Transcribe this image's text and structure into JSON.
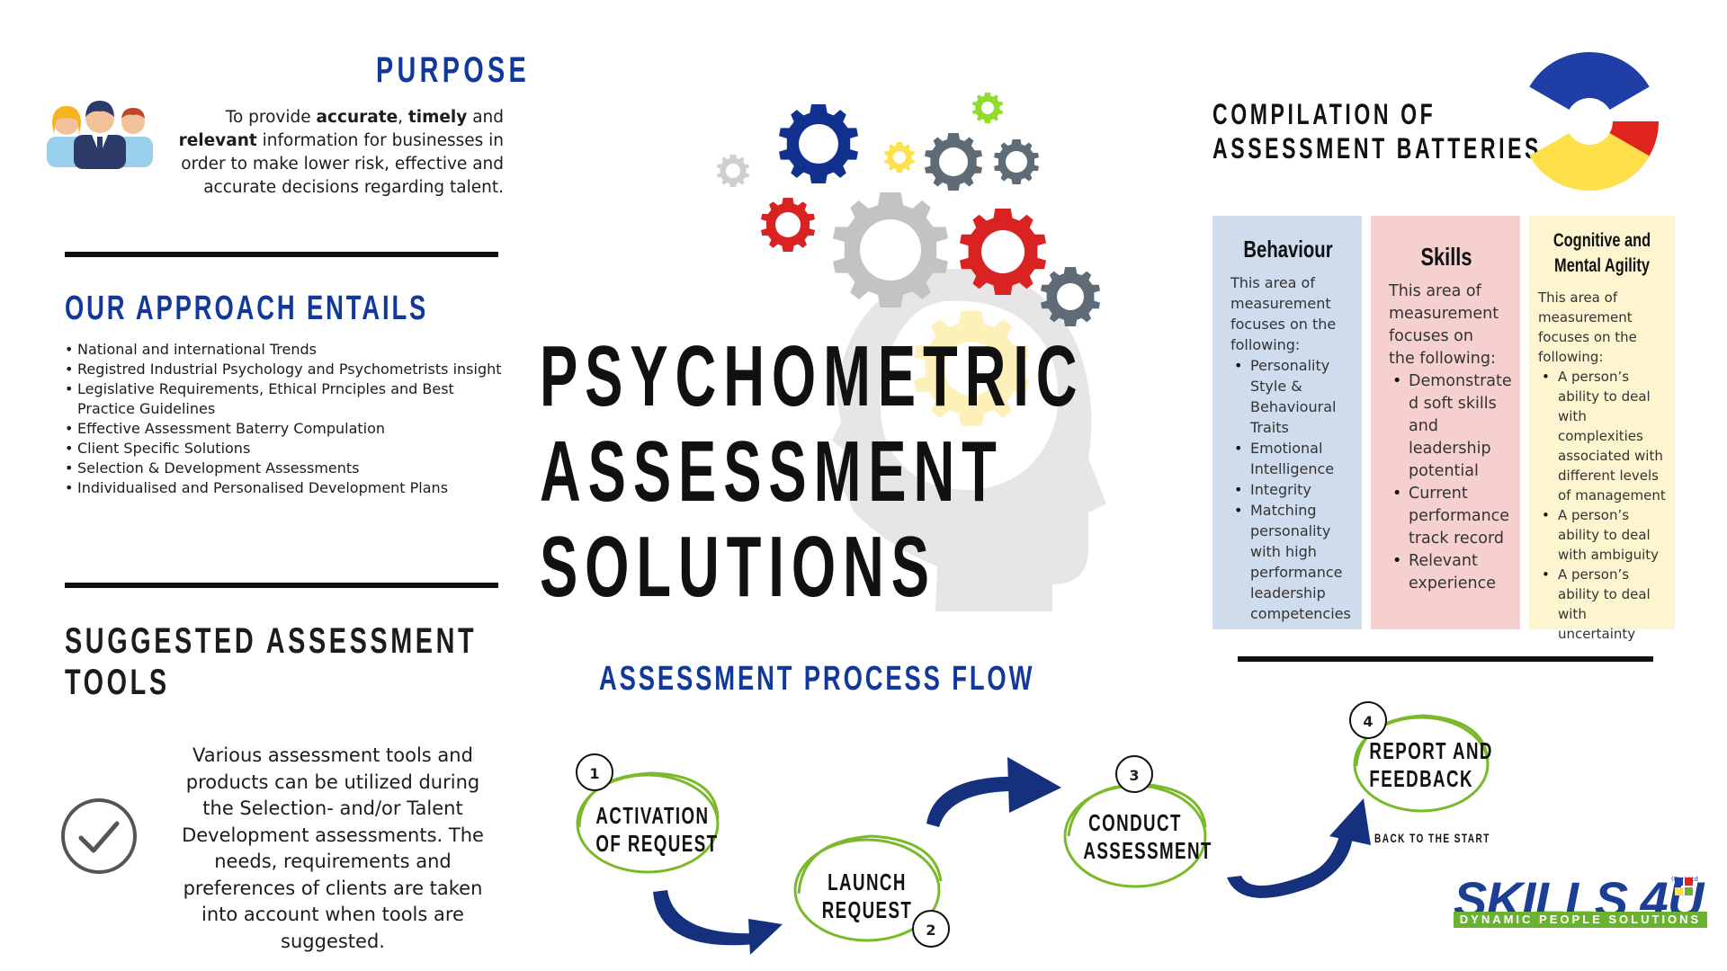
{
  "purpose": {
    "title": "PURPOSE",
    "text_parts": [
      "To provide ",
      "accurate",
      ", ",
      "timely",
      " and ",
      "relevant",
      " information for businesses in order to make lower risk, effective and accurate decisions regarding talent."
    ]
  },
  "approach": {
    "title": "OUR APPROACH ENTAILS",
    "items": [
      "National and international Trends",
      "Registred Industrial Psychology and Psychometrists insight",
      "Legislative Requirements, Ethical Prnciples and Best Practice Guidelines",
      "Effective Assessment Baterry Compulation",
      "Client Specific Solutions",
      "Selection & Development Assessments",
      "Individualised and Personalised  Development Plans"
    ]
  },
  "suggested": {
    "title_line1": "SUGGESTED ASSESSMENT",
    "title_line2": "TOOLS",
    "text": "Various assessment tools and products can be utilized during the Selection- and/or Talent Development assessments. The needs, requirements and preferences of clients are taken into account when tools are suggested."
  },
  "main_title": {
    "line1": "PSYCHOMETRIC",
    "line2": "ASSESSMENT",
    "line3": "SOLUTIONS"
  },
  "compilation": {
    "title_line1": "COMPILATION OF",
    "title_line2": "ASSESSMENT BATTERIES",
    "donut_colors": [
      "#1f3fa6",
      "#e0251f",
      "#fde04a"
    ]
  },
  "columns": {
    "behaviour": {
      "title": "Behaviour",
      "intro": "This area of measurement focuses on the following:",
      "items": [
        "Personality Style & Behavioural Traits",
        "Emotional Intelligence",
        "Integrity",
        "Matching personality with high performance leadership competencies"
      ]
    },
    "skills": {
      "title": "Skills",
      "intro": "This area of measurement focuses on the following:",
      "items": [
        "Demonstrate d soft skills and leadership potential",
        "Current performance track record",
        "Relevant experience"
      ]
    },
    "cognitive": {
      "title_line1": "Cognitive and",
      "title_line2": "Mental Agility",
      "intro": "This area of measurement focuses on the following:",
      "items": [
        "A person’s ability to deal with complexities associated with different levels of management",
        "A person’s ability to deal with ambiguity",
        "A person’s ability to deal with uncertainty"
      ]
    }
  },
  "process": {
    "title": "ASSESSMENT PROCESS FLOW",
    "steps": [
      {
        "number": "1",
        "line1": "ACTIVATION",
        "line2": "OF REQUEST"
      },
      {
        "number": "2",
        "line1": "LAUNCH",
        "line2": "REQUEST"
      },
      {
        "number": "3",
        "line1": "CONDUCT",
        "line2": "ASSESSMENT"
      },
      {
        "number": "4",
        "line1": "REPORT AND",
        "line2": "FEEDBACK"
      }
    ],
    "back_to_start": "BACK TO THE START"
  },
  "logo": {
    "name": "SKILLS 4U",
    "tagline": "DYNAMIC PEOPLE SOLUTIONS",
    "suffix": "(Pty) Ltd"
  },
  "icons": [
    "team-icon",
    "gears-icon",
    "head-icon",
    "checkmark-icon",
    "donut-chart-icon",
    "arrow-icon"
  ]
}
